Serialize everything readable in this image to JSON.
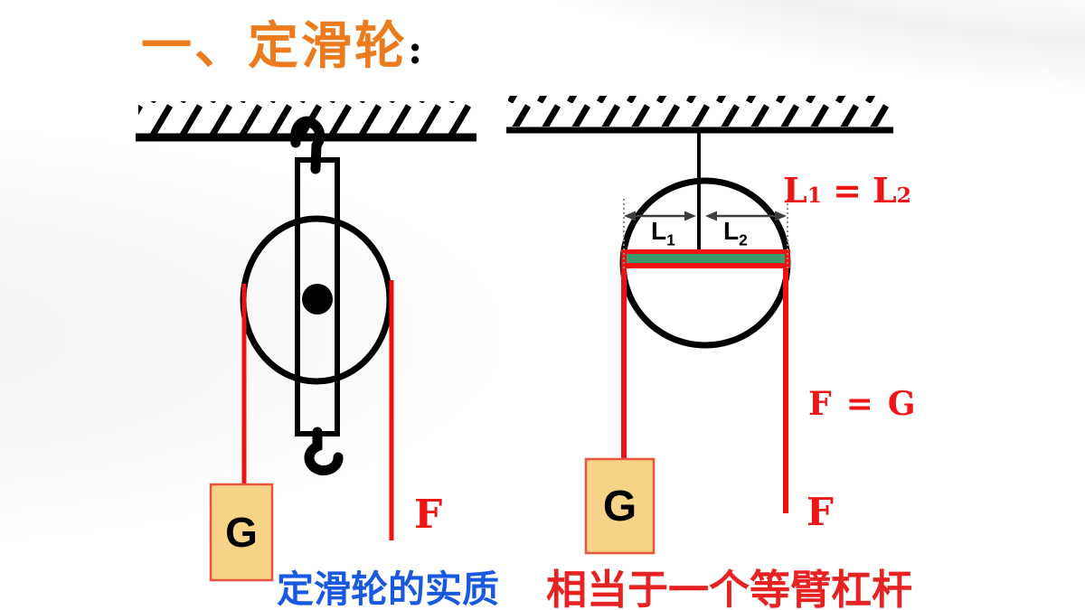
{
  "title": {
    "text": "一、定滑轮",
    "colon": ":"
  },
  "left_diagram": {
    "weight_label": "G",
    "force_label": "F",
    "caption": "定滑轮的实质"
  },
  "right_diagram": {
    "weight_label": "G",
    "force_label": "F",
    "arm_labels": {
      "left_base": "L",
      "left_sub": "1",
      "right_base": "L",
      "right_sub": "2"
    },
    "arm_equation": {
      "left_base": "L",
      "left_sub": "1",
      "equals": "=",
      "right_base": "L",
      "right_sub": "2"
    },
    "force_equation": {
      "left": "F",
      "equals": "=",
      "right": "G"
    },
    "caption": "相当于一个等臂杠杆"
  },
  "colors": {
    "title_orange": "#EC7B1E",
    "accent_red": "#EE1111",
    "caption_blue": "#1859E0",
    "caption_red": "#E62222",
    "weight_box_fill": "#F7D388",
    "weight_box_border": "#E8543C",
    "lever_green": "#3A9A6A",
    "dimension_gray": "#3D3D3D",
    "ink_black": "#000000"
  }
}
